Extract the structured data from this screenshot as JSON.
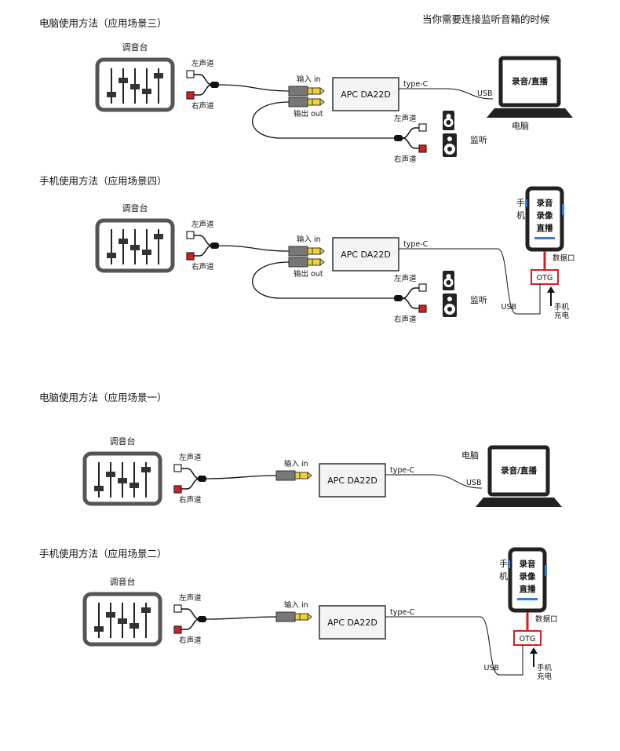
{
  "header_note": "当你需要连接监听音箱的时候",
  "labels": {
    "mixer": "调音台",
    "left": "左声道",
    "right": "右声道",
    "input": "输入 in",
    "output": "输出 out",
    "device": "APC   DA22D",
    "typec": "type-C",
    "usb": "USB",
    "computer": "电脑",
    "phone_1": "手",
    "phone_2": "机",
    "monitor": "监听",
    "data_port": "数据口",
    "otg": "OTG",
    "charge_1": "手机",
    "charge_2": "充电",
    "screen_pc": "录音/直播",
    "screen_phone_1": "录音",
    "screen_phone_2": "录像",
    "screen_phone_3": "直播"
  },
  "scenes": [
    {
      "title": "电脑使用方法（应用场景三）"
    },
    {
      "title": "手机使用方法（应用场景四）"
    },
    {
      "title": "电脑使用方法（应用场景一）"
    },
    {
      "title": "手机使用方法（应用场景二）"
    }
  ],
  "colors": {
    "line": "#111111",
    "frame": "#555555",
    "jack": "#f2d13a",
    "plug_body": "#777777",
    "red": "#d81e1e",
    "usb_bar": "#2f7de1",
    "box_fill": "#f4f4f4"
  }
}
